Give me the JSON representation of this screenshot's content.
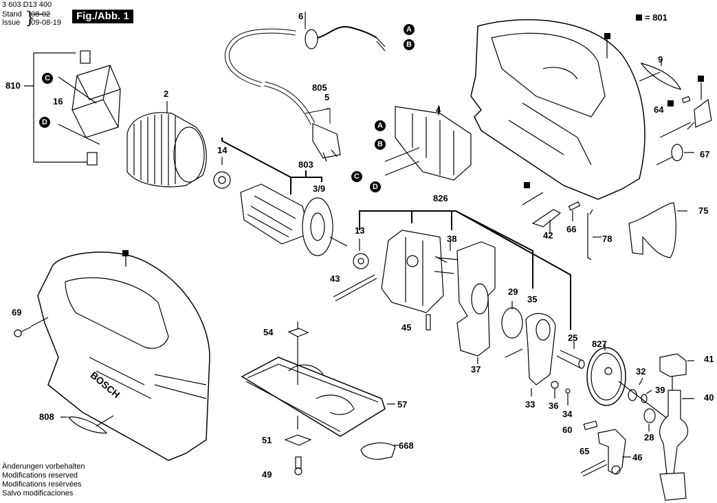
{
  "header": {
    "doc_number": "3 603 D13 400",
    "stand_label": "Stand",
    "issue_label": "Issue",
    "stand_old_date": "08-02",
    "issue_date": "09-08-19",
    "figure_title": "Fig./Abb. 1"
  },
  "legend": {
    "marker_icon": "black-square",
    "text": "= 801"
  },
  "footer": {
    "lines": [
      "Änderungen vorbehalten",
      "Modifications reserved",
      "Modifications resérvées",
      "Salvo modificaciones"
    ]
  },
  "connectors": [
    "A",
    "B",
    "C",
    "D"
  ],
  "parts": {
    "p2": "2",
    "p3_9": "3/9",
    "p4": "4",
    "p5": "5",
    "p6": "6",
    "p9": "9",
    "p13": "13",
    "p14": "14",
    "p16": "16",
    "p25": "25",
    "p28": "28",
    "p29": "29",
    "p32": "32",
    "p33": "33",
    "p34": "34",
    "p35": "35",
    "p36": "36",
    "p37": "37",
    "p38": "38",
    "p39": "39",
    "p40": "40",
    "p41": "41",
    "p42": "42",
    "p43": "43",
    "p45": "45",
    "p46": "46",
    "p49": "49",
    "p51": "51",
    "p54": "54",
    "p57": "57",
    "p60": "60",
    "p64": "64",
    "p65": "65",
    "p66": "66",
    "p67": "67",
    "p69": "69",
    "p75": "75",
    "p78": "78",
    "p668": "668",
    "p803": "803",
    "p805": "805",
    "p808": "808",
    "p810": "810",
    "p826": "826",
    "p827": "827"
  },
  "housing_brand": "BOSCH"
}
